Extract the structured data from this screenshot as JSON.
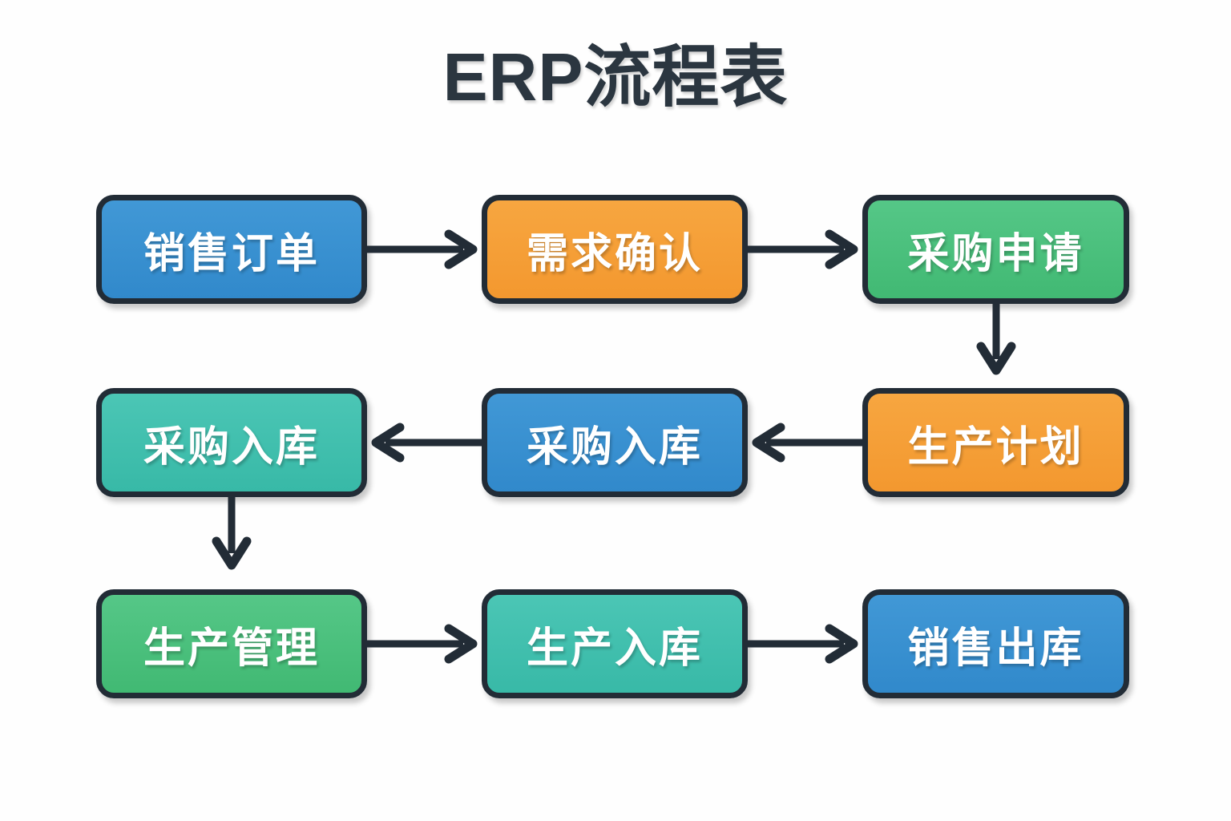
{
  "page": {
    "title": "ERP流程表",
    "background": "#fefefe",
    "outline_color": "#222c36"
  },
  "palette": {
    "blue": "#3b92cf",
    "orange": "#f5a03c",
    "green": "#4fc281",
    "teal": "#45bfae",
    "text": "#ffffff",
    "title_text": "#2b3640"
  },
  "diagram": {
    "type": "flowchart",
    "rows": 3,
    "columns": 3,
    "nodes": [
      {
        "id": "n1",
        "label": "销售订单",
        "color": "blue",
        "row": 1,
        "col": 1
      },
      {
        "id": "n2",
        "label": "需求确认",
        "color": "orange",
        "row": 1,
        "col": 2
      },
      {
        "id": "n3",
        "label": "采购申请",
        "color": "green",
        "row": 1,
        "col": 3
      },
      {
        "id": "n4",
        "label": "采购入库",
        "color": "teal",
        "row": 2,
        "col": 1
      },
      {
        "id": "n5",
        "label": "采购入库",
        "color": "blue",
        "row": 2,
        "col": 2
      },
      {
        "id": "n6",
        "label": "生产计划",
        "color": "orange",
        "row": 2,
        "col": 3
      },
      {
        "id": "n7",
        "label": "生产管理",
        "color": "green",
        "row": 3,
        "col": 1
      },
      {
        "id": "n8",
        "label": "生产入库",
        "color": "teal",
        "row": 3,
        "col": 2
      },
      {
        "id": "n9",
        "label": "销售出库",
        "color": "blue",
        "row": 3,
        "col": 3
      }
    ],
    "edges": [
      {
        "from": "n1",
        "to": "n2",
        "direction": "right"
      },
      {
        "from": "n2",
        "to": "n3",
        "direction": "right"
      },
      {
        "from": "n3",
        "to": "n6",
        "direction": "down"
      },
      {
        "from": "n6",
        "to": "n5",
        "direction": "left"
      },
      {
        "from": "n5",
        "to": "n4",
        "direction": "left"
      },
      {
        "from": "n4",
        "to": "n7",
        "direction": "down"
      },
      {
        "from": "n7",
        "to": "n8",
        "direction": "right"
      },
      {
        "from": "n8",
        "to": "n9",
        "direction": "right"
      }
    ]
  }
}
